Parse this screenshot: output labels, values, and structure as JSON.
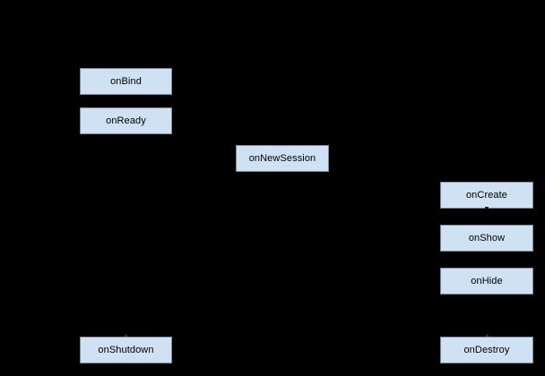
{
  "diagram": {
    "type": "flowchart",
    "description": "Service/session lifecycle callback flowchart on black background; connector arrows rendered in black are not visible",
    "colors": {
      "background": "#000000",
      "node_fill": "#cfe2f3",
      "node_border": "#7d8a97",
      "node_text": "#000000"
    },
    "nodes": [
      {
        "id": "onBind",
        "label": "onBind"
      },
      {
        "id": "onReady",
        "label": "onReady"
      },
      {
        "id": "onNewSession",
        "label": "onNewSession"
      },
      {
        "id": "onCreate",
        "label": "onCreate"
      },
      {
        "id": "onShow",
        "label": "onShow"
      },
      {
        "id": "onHide",
        "label": "onHide"
      },
      {
        "id": "onShutdown",
        "label": "onShutdown"
      },
      {
        "id": "onDestroy",
        "label": "onDestroy"
      }
    ]
  }
}
